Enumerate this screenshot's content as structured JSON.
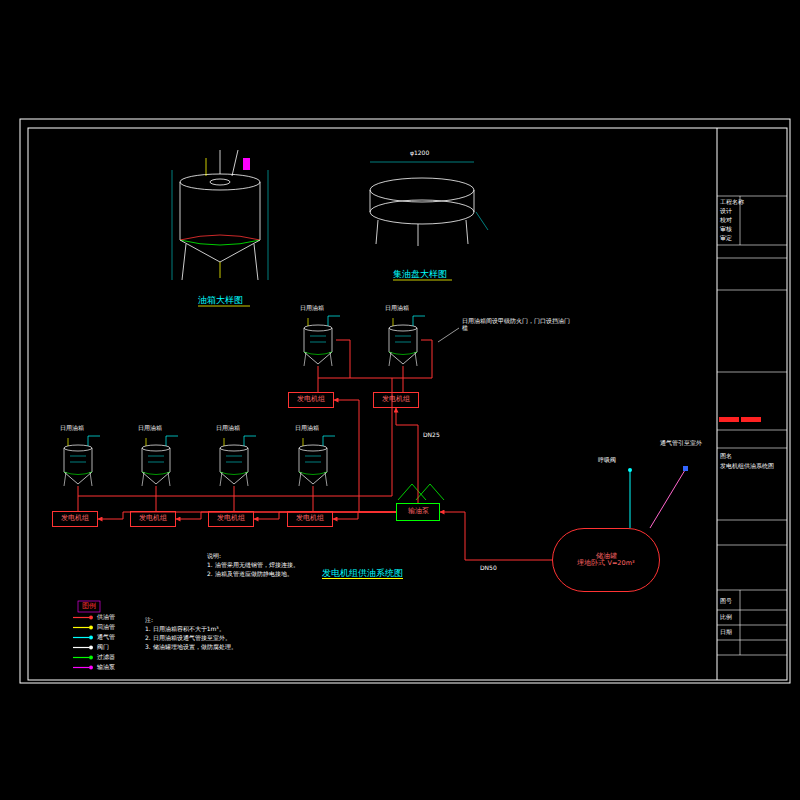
{
  "diagram": {
    "title": "发电机组供油系统图",
    "nodes": [
      {
        "text": [
          "发电机组"
        ]
      },
      {
        "text": [
          "发电机组"
        ]
      },
      {
        "text": [
          "发电机组"
        ]
      },
      {
        "text": [
          "发电机组"
        ]
      },
      {
        "text": [
          "发电机组"
        ]
      },
      {
        "text": [
          "发电机组"
        ]
      },
      {
        "text": [
          "输油泵"
        ]
      },
      {
        "text": [
          "储油罐",
          "埋地卧式 V=20m³"
        ]
      }
    ],
    "edges": [
      {
        "from": 7,
        "to": 6,
        "arrow": "to"
      },
      {
        "from": 6,
        "to": 0,
        "arrow": "to"
      },
      {
        "from": 6,
        "to": 1,
        "arrow": "to"
      },
      {
        "from": 6,
        "to": 2,
        "arrow": "to"
      },
      {
        "from": 6,
        "to": 3,
        "arrow": "to"
      },
      {
        "from": 6,
        "to": 4,
        "arrow": "to"
      },
      {
        "from": 6,
        "to": 5,
        "arrow": "to"
      }
    ],
    "labels": [
      "油箱大样图",
      "集油盘大样图",
      "日用油箱",
      "日用油箱",
      "日用油箱",
      "日用油箱",
      "日用油箱",
      "日用油箱",
      "说明:",
      "1. 油管采用无缝钢管，焊接连接。",
      "2. 油箱及管道应做防静电接地。",
      "注:",
      "1. 日用油箱容积不大于1m³。",
      "2. 日用油箱设通气管接至室外。",
      "3. 储油罐埋地设置，做防腐处理。",
      "通气管引至室外",
      "呼吸阀",
      "DN50",
      "DN25",
      "工程名称",
      "设计",
      "校对",
      "审核",
      "审定",
      "图名",
      "发电机组供油系统图",
      "图号",
      "比例",
      "日期",
      "日用油箱间设甲级防火门，门口设挡油门槛",
      "图例",
      "φ1200"
    ],
    "legend": [
      {
        "text": "供油管",
        "color": "#ff3333"
      },
      {
        "text": "回油管",
        "color": "#ffff00"
      },
      {
        "text": "通气管",
        "color": "#00ffff"
      },
      {
        "text": "阀门",
        "color": "#ffffff"
      },
      {
        "text": "过滤器",
        "color": "#00ff00"
      },
      {
        "text": "输油泵",
        "color": "#ff00ff"
      }
    ]
  }
}
